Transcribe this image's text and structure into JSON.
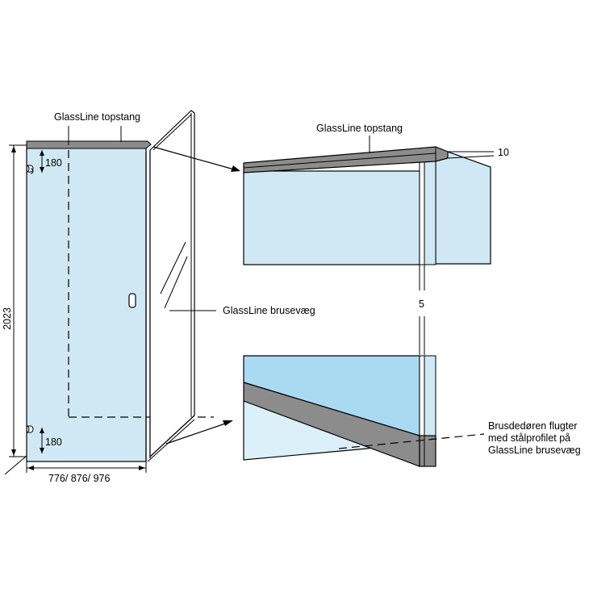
{
  "labels": {
    "topbar_left": "GlassLine topstang",
    "topbar_right": "GlassLine topstang",
    "dim_top": "180",
    "dim_bottom": "180",
    "height": "2023",
    "width": "776/ 876/ 976",
    "wall": "GlassLine brusevæg",
    "gap_top": "10",
    "gap_side": "5",
    "note_line1": "Brusdedøren flugter",
    "note_line2": "med stålprofilet på",
    "note_line3": "GlassLine brusevæg"
  },
  "colors": {
    "glass": "#cfe8f4",
    "glass_light": "#dcf0fa",
    "glass_top": "#aad9f2",
    "profile": "#8c8c8c",
    "line": "#000000"
  }
}
